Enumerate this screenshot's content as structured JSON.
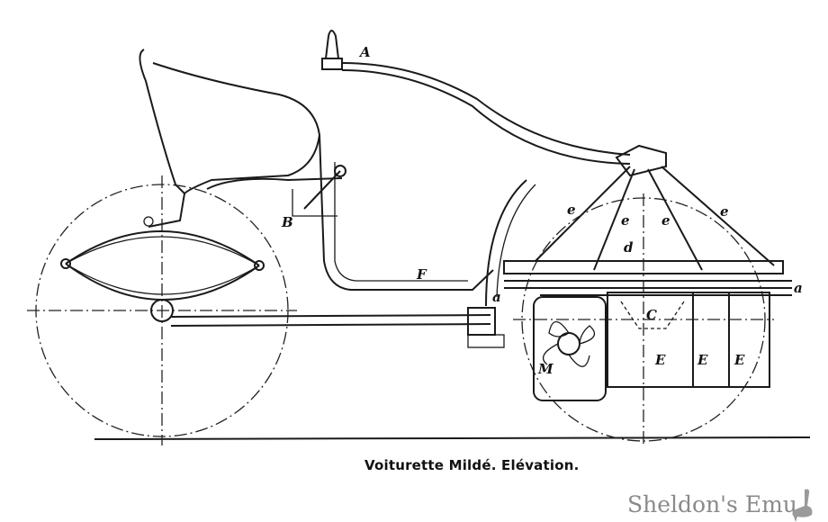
{
  "caption": "Voiturette Mildé. Elévation.",
  "watermark": "Sheldon's Emu",
  "labels": {
    "A": "A",
    "B": "B",
    "F": "F",
    "d": "d",
    "e": "e",
    "a": "a",
    "C": "C",
    "E": "E",
    "M": "M"
  }
}
